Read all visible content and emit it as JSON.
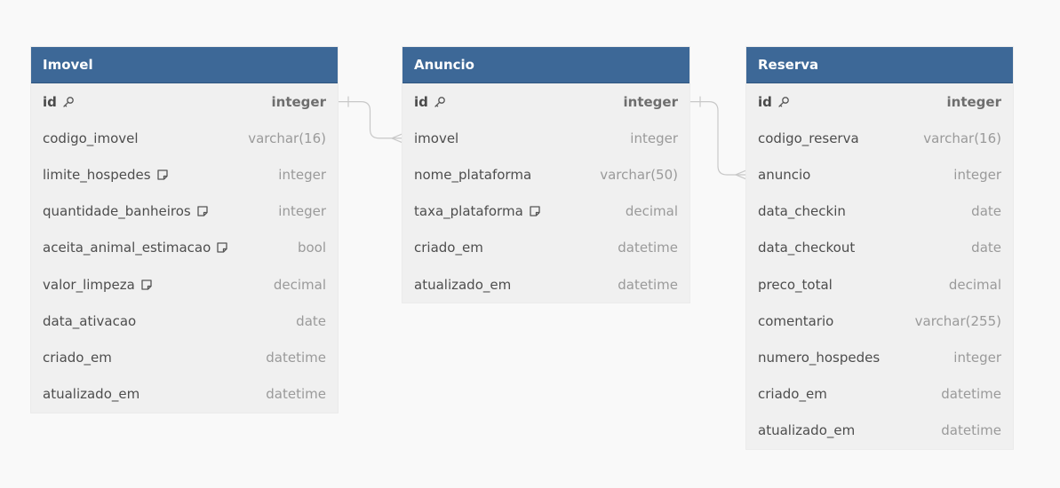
{
  "tables": [
    {
      "name": "Imovel",
      "columns": [
        {
          "name": "id",
          "type": "integer",
          "pk": true,
          "note": false
        },
        {
          "name": "codigo_imovel",
          "type": "varchar(16)",
          "pk": false,
          "note": false
        },
        {
          "name": "limite_hospedes",
          "type": "integer",
          "pk": false,
          "note": true
        },
        {
          "name": "quantidade_banheiros",
          "type": "integer",
          "pk": false,
          "note": true
        },
        {
          "name": "aceita_animal_estimacao",
          "type": "bool",
          "pk": false,
          "note": true
        },
        {
          "name": "valor_limpeza",
          "type": "decimal",
          "pk": false,
          "note": true
        },
        {
          "name": "data_ativacao",
          "type": "date",
          "pk": false,
          "note": false
        },
        {
          "name": "criado_em",
          "type": "datetime",
          "pk": false,
          "note": false
        },
        {
          "name": "atualizado_em",
          "type": "datetime",
          "pk": false,
          "note": false
        }
      ]
    },
    {
      "name": "Anuncio",
      "columns": [
        {
          "name": "id",
          "type": "integer",
          "pk": true,
          "note": false
        },
        {
          "name": "imovel",
          "type": "integer",
          "pk": false,
          "note": false
        },
        {
          "name": "nome_plataforma",
          "type": "varchar(50)",
          "pk": false,
          "note": false
        },
        {
          "name": "taxa_plataforma",
          "type": "decimal",
          "pk": false,
          "note": true
        },
        {
          "name": "criado_em",
          "type": "datetime",
          "pk": false,
          "note": false
        },
        {
          "name": "atualizado_em",
          "type": "datetime",
          "pk": false,
          "note": false
        }
      ]
    },
    {
      "name": "Reserva",
      "columns": [
        {
          "name": "id",
          "type": "integer",
          "pk": true,
          "note": false
        },
        {
          "name": "codigo_reserva",
          "type": "varchar(16)",
          "pk": false,
          "note": false
        },
        {
          "name": "anuncio",
          "type": "integer",
          "pk": false,
          "note": false
        },
        {
          "name": "data_checkin",
          "type": "date",
          "pk": false,
          "note": false
        },
        {
          "name": "data_checkout",
          "type": "date",
          "pk": false,
          "note": false
        },
        {
          "name": "preco_total",
          "type": "decimal",
          "pk": false,
          "note": false
        },
        {
          "name": "comentario",
          "type": "varchar(255)",
          "pk": false,
          "note": false
        },
        {
          "name": "numero_hospedes",
          "type": "integer",
          "pk": false,
          "note": false
        },
        {
          "name": "criado_em",
          "type": "datetime",
          "pk": false,
          "note": false
        },
        {
          "name": "atualizado_em",
          "type": "datetime",
          "pk": false,
          "note": false
        }
      ]
    }
  ],
  "relationships": [
    {
      "from_table": "Imovel",
      "from_column": "id",
      "to_table": "Anuncio",
      "to_column": "imovel",
      "from_card": "one",
      "to_card": "many"
    },
    {
      "from_table": "Anuncio",
      "from_column": "id",
      "to_table": "Reserva",
      "to_column": "anuncio",
      "from_card": "one",
      "to_card": "many"
    }
  ],
  "colors": {
    "header": "#3d6897",
    "table_body": "#f0f0f0",
    "background": "#f9f9f9",
    "connector": "#c8c8c8"
  },
  "icons": {
    "primary_key": "key-icon",
    "column_note": "note-icon"
  }
}
